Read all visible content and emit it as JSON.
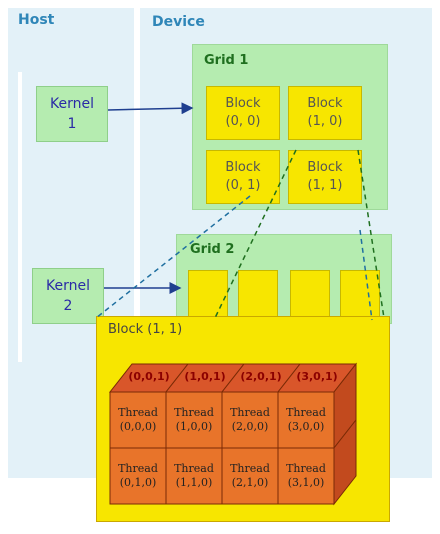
{
  "host": {
    "title": "Host"
  },
  "device": {
    "title": "Device"
  },
  "kernels": [
    {
      "line1": "Kernel",
      "line2": "1"
    },
    {
      "line1": "Kernel",
      "line2": "2"
    }
  ],
  "grid1": {
    "title": "Grid 1",
    "blocks": [
      {
        "label": "Block",
        "index": "(0, 0)"
      },
      {
        "label": "Block",
        "index": "(1, 0)"
      },
      {
        "label": "Block",
        "index": "(0, 1)"
      },
      {
        "label": "Block",
        "index": "(1, 1)"
      }
    ]
  },
  "grid2": {
    "title": "Grid 2"
  },
  "block_detail": {
    "title": "Block (1, 1)",
    "top_labels": [
      "(0,0,1)",
      "(1,0,1)",
      "(2,0,1)",
      "(3,0,1)"
    ],
    "threads": [
      {
        "label": "Thread",
        "index": "(0,0,0)"
      },
      {
        "label": "Thread",
        "index": "(1,0,0)"
      },
      {
        "label": "Thread",
        "index": "(2,0,0)"
      },
      {
        "label": "Thread",
        "index": "(3,0,0)"
      },
      {
        "label": "Thread",
        "index": "(0,1,0)"
      },
      {
        "label": "Thread",
        "index": "(1,1,0)"
      },
      {
        "label": "Thread",
        "index": "(2,1,0)"
      },
      {
        "label": "Thread",
        "index": "(3,1,0)"
      }
    ]
  },
  "colors": {
    "panel": "#e3f1f8",
    "kernel": "#b5ecb0",
    "grid": "#b5ecb0",
    "block": "#f7e600",
    "thread_front": "#e8742a",
    "thread_top": "#d9562a",
    "thread_side": "#c24a1e",
    "arrow": "#1f3f8f"
  }
}
